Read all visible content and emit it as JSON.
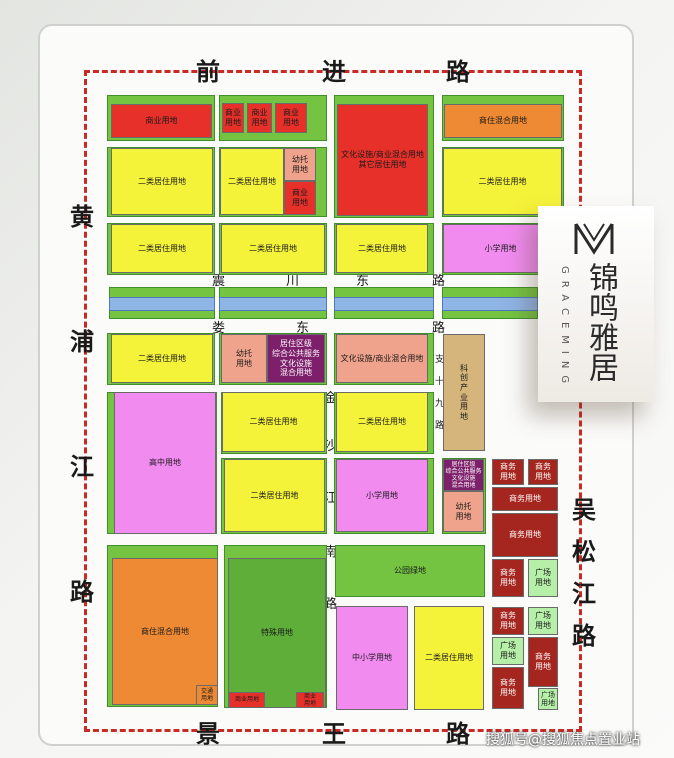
{
  "roads": {
    "north": [
      "前",
      "进",
      "路"
    ],
    "south": [
      "景",
      "王",
      "路"
    ],
    "west": [
      "黄",
      "浦",
      "江",
      "路"
    ],
    "east": [
      "吴",
      "松",
      "江",
      "路"
    ],
    "mid1": [
      "震",
      "川",
      "东",
      "路"
    ],
    "mid2": [
      "娄",
      "东",
      "路"
    ],
    "center": [
      "金",
      "沙",
      "江",
      "南",
      "路"
    ],
    "branch": [
      "支",
      "十",
      "九",
      "路"
    ]
  },
  "labels": {
    "commercial": "商业用地",
    "residential2": "二类居住用地",
    "nursery": "幼托\n用地",
    "culture_mix_other": "文化设施/商业混合用地\n其它居住用地",
    "mixed_res_com": "商住混合用地",
    "primary_school": "小学用地",
    "culture_com_mix": "文化设施/商业混合用地",
    "community_service": "居住区级\n综合公共服务\n文化设施\n混合用地",
    "community_service_small": "居住区级\n综合公共服务\n文化设施\n混合用地",
    "sci_industry": "科\n创\n产\n业\n用\n地",
    "high_school": "高中用地",
    "park_green": "公园绿地",
    "business": "商务用地",
    "business_short": "商务\n用地",
    "plaza": "广场\n用地",
    "special": "特殊用地",
    "mid_primary": "中小学用地",
    "traffic": "交通\n用地",
    "commercial_v": "商业\n用地"
  },
  "logo": {
    "cn": "锦鸣雅居",
    "en": "GRACEMING"
  },
  "watermark": "搜狐号@搜狐焦点置业站"
}
